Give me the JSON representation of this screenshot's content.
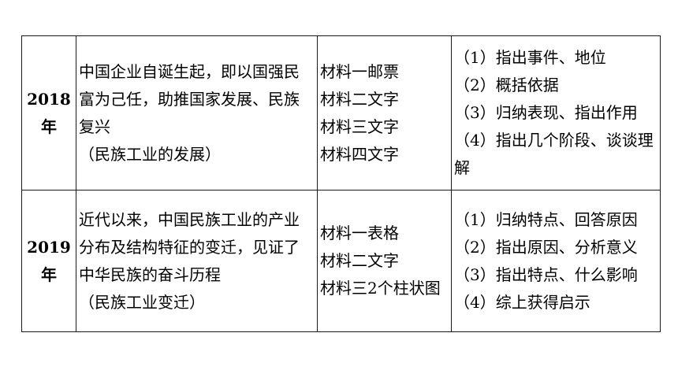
{
  "rows": [
    {
      "year": "2018年",
      "theme_lines": [
        "中国企业自诞生起，即以国强民",
        "富为己任，助推国家发展、民族",
        "复兴",
        "（民族工业的发展）"
      ],
      "materials": [
        "材料一邮票",
        "材料二文字",
        "材料三文字",
        "材料四文字"
      ],
      "questions": [
        "（1）指出事件、地位",
        "（2）概括依据",
        "（3）归纳表现、指出作用",
        "（4）指出几个阶段、谈谈理解"
      ]
    },
    {
      "year": "2019年",
      "theme_lines": [
        "近代以来，中国民族工业的产业",
        "分布及结构特征的变迁，见证了",
        "中华民族的奋斗历程",
        "（民族工业变迁）"
      ],
      "materials": [
        "材料一表格",
        "材料二文字",
        "材料三2个柱状图"
      ],
      "questions": [
        "（1）归纳特点、回答原因",
        "（2）指出原因、分析意义",
        "（3）指出特点、什么影响",
        "（4）综上获得启示"
      ]
    }
  ]
}
